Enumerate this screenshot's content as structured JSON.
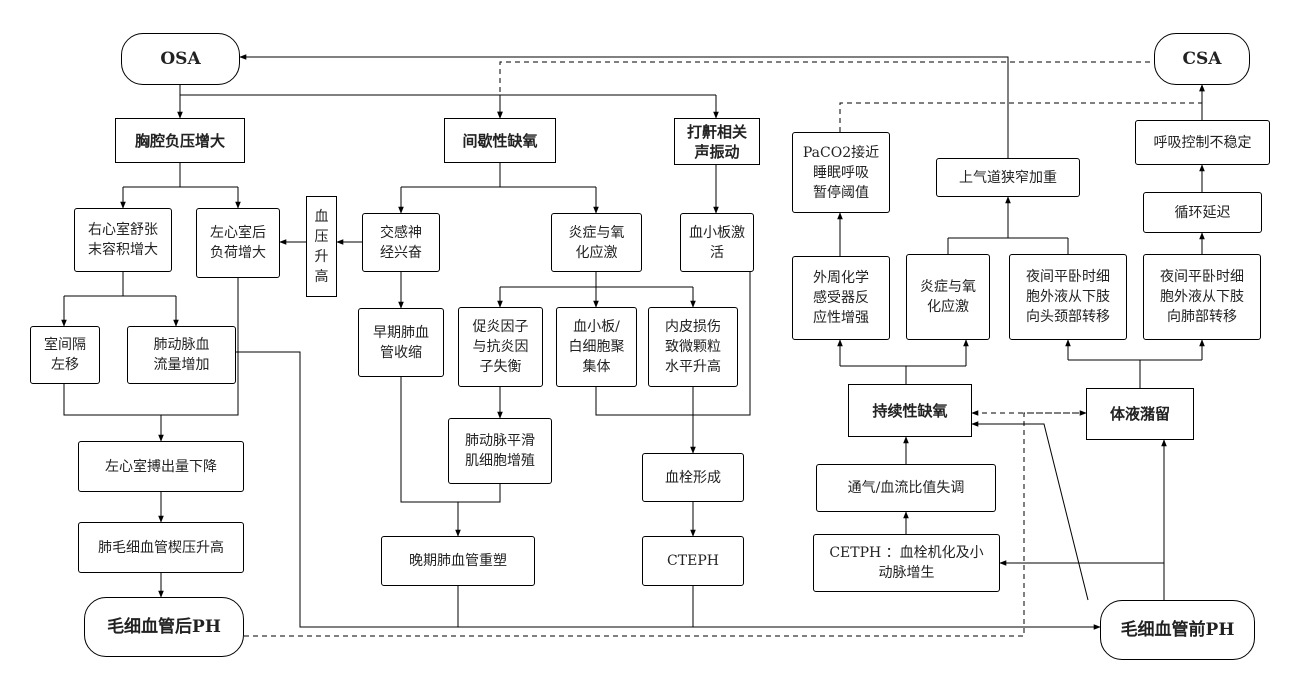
{
  "nodes": {
    "osa": "OSA",
    "csa": "CSA",
    "chest_pressure": "胸腔负压增大",
    "intermittent_hypoxia": "间歇性缺氧",
    "snore_vibration": "打鼾相关\n声振动",
    "rv_volume": "右心室舒张\n末容积增大",
    "lv_afterload": "左心室后\n负荷增大",
    "bp_rise": "血\n压\n升\n高",
    "sympathetic": "交感神\n经兴奋",
    "inflammation_oxidative_1": "炎症与氧\n化应激",
    "platelet_activation": "血小板激\n活",
    "paco2": "PaCO2接近\n睡眠呼吸\n暂停阈值",
    "upper_airway": "上气道狭窄加重",
    "resp_control": "呼吸控制不稳定",
    "circulation_delay": "循环延迟",
    "septum_shift": "室间隔\n左移",
    "pa_flow": "肺动脉血\n流量增加",
    "early_constriction": "早期肺血\n管收缩",
    "cytokine_imbalance": "促炎因子\n与抗炎因\n子失衡",
    "platelet_aggregate": "血小板/\n白细胞聚\n集体",
    "endothelial_injury": "内皮损伤\n致微颗粒\n水平升高",
    "chemoreceptor": "外周化学\n感受器反\n应性增强",
    "inflammation_oxidative_2": "炎症与氧\n化应激",
    "fluid_to_neck": "夜间平卧时细\n胞外液从下肢\n向头颈部转移",
    "fluid_to_lung": "夜间平卧时细\n胞外液从下肢\n向肺部转移",
    "smooth_muscle": "肺动脉平滑\n肌细胞增殖",
    "sustained_hypoxia": "持续性缺氧",
    "fluid_retention": "体液潴留",
    "lv_output_drop": "左心室搏出量下降",
    "thrombosis": "血栓形成",
    "vq_mismatch": "通气/血流比值失调",
    "pcwp_rise": "肺毛细血管楔压升高",
    "late_remodeling": "晚期肺血管重塑",
    "cteph": "CTEPH",
    "cteph_mech": "CETPH ：血栓机化及小\n动脉增生",
    "post_ph": "毛细血管后PH",
    "pre_ph": "毛细血管前PH"
  }
}
